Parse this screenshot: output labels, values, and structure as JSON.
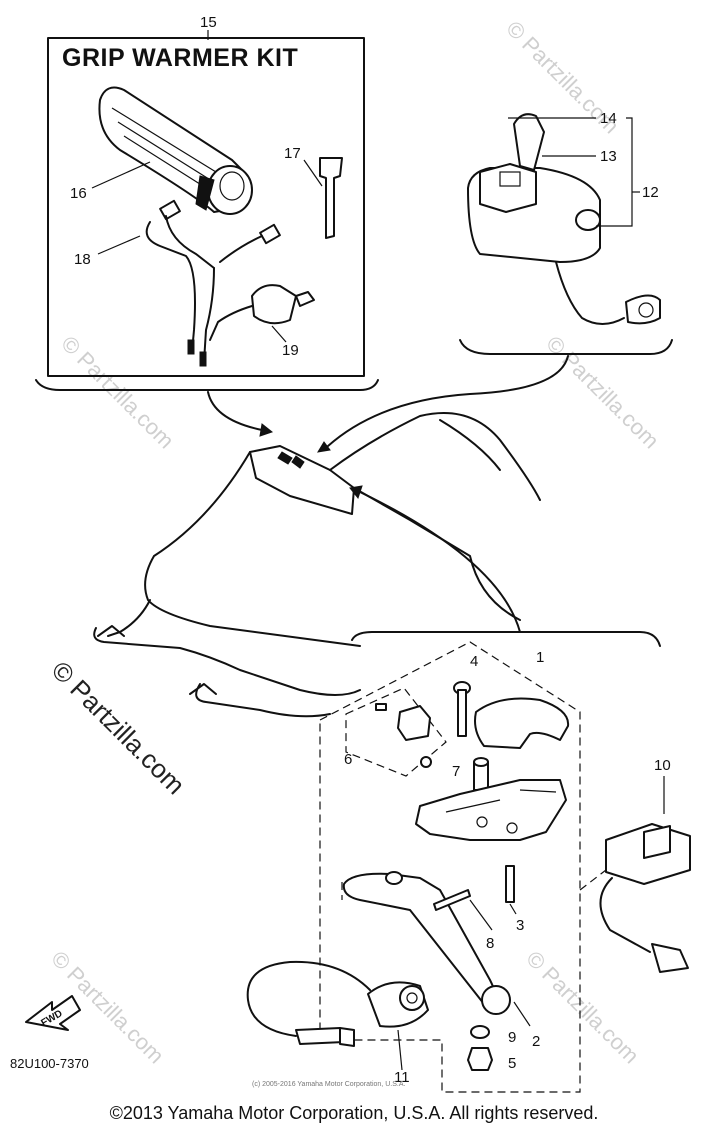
{
  "kit": {
    "title": "GRIP WARMER KIT",
    "callout": "15"
  },
  "callouts": {
    "c1": "1",
    "c2": "2",
    "c3": "3",
    "c4": "4",
    "c5": "5",
    "c6": "6",
    "c7": "7",
    "c8": "8",
    "c9": "9",
    "c10": "10",
    "c11": "11",
    "c12": "12",
    "c13": "13",
    "c14": "14",
    "c16": "16",
    "c17": "17",
    "c18": "18",
    "c19": "19"
  },
  "part_number": "82U100-7370",
  "fwd_label": "FWD",
  "watermark": {
    "main": "© Partzilla.com",
    "small": "© Partzilla.com"
  },
  "fine_print": "(c) 2005-2016 Yamaha Motor Corporation, U.S.A.",
  "copyright": "©2013 Yamaha Motor Corporation, U.S.A. All rights reserved."
}
